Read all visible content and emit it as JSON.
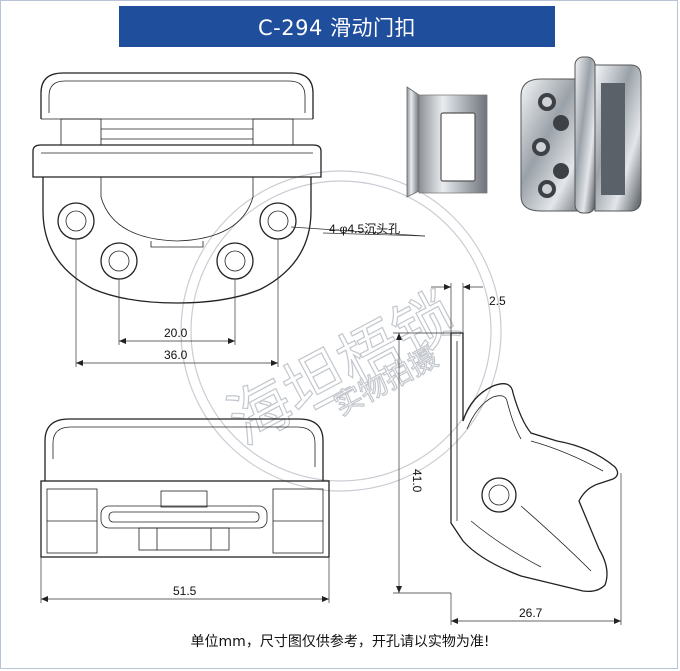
{
  "title": "C-294 滑动门扣",
  "footer": "单位mm，尺寸图仅供参考，开孔请以实物为准!",
  "watermark": {
    "main": "海坦梧锁",
    "sub": "实物拍摄"
  },
  "dimensions": {
    "hole_spec": "4-φ4.5沉头孔",
    "hole_spacing_inner": "20.0",
    "hole_spacing_outer": "36.0",
    "front_width": "51.5",
    "side_thickness": "2.5",
    "side_height": "41.0",
    "side_depth": "26.7"
  },
  "colors": {
    "title_bg": "#1f4e9c",
    "title_fg": "#ffffff",
    "line": "#222222"
  }
}
